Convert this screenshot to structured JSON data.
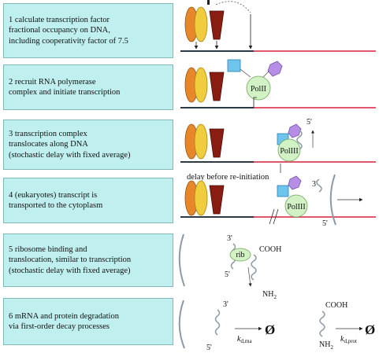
{
  "steps": [
    {
      "lines": [
        "1 calculate transcription factor",
        "fractional occupancy on DNA,",
        "including cooperativity factor of 7.5"
      ]
    },
    {
      "lines": [
        "2 recruit RNA polymerase",
        "complex and initiate transcription"
      ]
    },
    {
      "lines": [
        "3 transcription complex",
        "translocates along DNA",
        "(stochastic delay with fixed average)"
      ]
    },
    {
      "lines": [
        "4 (eukaryotes) transcript is",
        "transported to the cytoplasm"
      ]
    },
    {
      "lines": [
        "5 ribosome binding and",
        "translocation, similar to transcription",
        "(stochastic delay with fixed average)"
      ]
    },
    {
      "lines": [
        "6 mRNA and protein degradation",
        "via first-order decay processes"
      ]
    }
  ],
  "labels": {
    "polii": "PolII",
    "poliii": "PolIII",
    "delay": "delay before re-initiation",
    "prime3": "3'",
    "prime5": "5'",
    "rib": "rib",
    "cooh": "COOH",
    "nh2": "NH",
    "nh2_sub": "2",
    "k": "k",
    "k_rna_sub": "d,rna",
    "k_prot_sub": "d,prot",
    "null_symbol": "Ø"
  },
  "colors": {
    "box_fill": "#bff0ef",
    "tf_orange": "#e8862a",
    "tf_yellow": "#f1cc3d",
    "tf_red": "#8a1d12",
    "dna_left": "#2d3a46",
    "dna_right": "#e0566c",
    "polymerase": "#d2f2c5",
    "blue_square": "#6fc4ee",
    "purple_hex": "#b78ee6",
    "rna_strand": "#8b9aa6"
  }
}
